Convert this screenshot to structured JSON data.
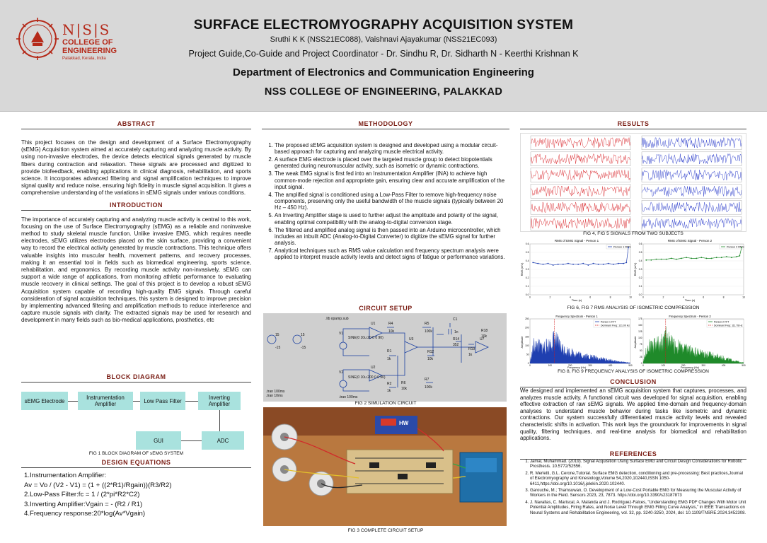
{
  "header": {
    "logo_nss": "N|S|S",
    "logo_college": "COLLEGE OF",
    "logo_engineering": "ENGINEERING",
    "logo_location": "Palakkad, Kerala, India",
    "title": "SURFACE ELECTROMYOGRAPHY ACQUISITION SYSTEM",
    "authors": "Sruthi K K (NSS21EC088), Vaishnavi Ajayakumar (NSS21EC093)",
    "guides": "Project Guide,Co-Guide and Project Coordinator - Dr. Sindhu R, Dr. Sidharth N - Keerthi Krishnan K",
    "department": "Department of Electronics and Communication Engineering",
    "college": "NSS COLLEGE OF ENGINEERING, PALAKKAD"
  },
  "abstract": {
    "heading": "ABSTRACT",
    "text": "This project focuses on the design and development of a Surface Electromyography (sEMG) Acquisition system aimed at accurately capturing and analyzing muscle activity. By using non-invasive electrodes, the device detects electrical signals generated by muscle fibers during contraction and relaxation. These signals are processed and digitized to provide biofeedback, enabling applications in clinical diagnosis, rehabilitation, and sports science. It incorporates advanced filtering and signal amplification techniques to improve signal quality and reduce noise, ensuring high fidelity in muscle signal acquisition. It gives a comprehensive understanding of the variations in sEMG signals under various conditions."
  },
  "introduction": {
    "heading": "INTRODUCTION",
    "text": "The importance of accurately capturing and analyzing muscle activity is central to this work, focusing on the use of Surface Electromyography (sEMG) as a reliable and noninvasive method to study skeletal muscle function. Unlike invasive EMG, which requires needle electrodes, sEMG utilizes electrodes placed on the skin surface, providing a convenient way to record the electrical activity generated by muscle contractions. This technique offers valuable insights into muscular health, movement patterns, and recovery processes, making it an essential tool in fields such as biomedical engineering, sports science, rehabilitation, and ergonomics. By recording muscle activity non-invasively, sEMG can support a wide range of applications, from monitoring athletic performance to evaluating muscle recovery in clinical settings. The goal of this project is to develop a robust sEMG Acquisition system capable of recording high-quality EMG signals. Through careful consideration of signal acquisition techniques, this system is designed to improve precision by implementing advanced filtering and amplification methods to reduce interference and capture muscle signals with clarity. The extracted signals may be used for research and development in many fields such as bio-medical applications, prosthetics, etc"
  },
  "block_diagram": {
    "heading": "BLOCK DIAGRAM",
    "blocks": {
      "electrode": "sEMG Electrode",
      "ina": "Instrumentation Amplifier",
      "lpf": "Low Pass Filter",
      "inv": "Inverting Amplifier",
      "adc": "ADC",
      "gui": "GUI"
    },
    "caption": "FIG 1 BLOCK DIAGRAM OF sEMG SYSTEM"
  },
  "design_equations": {
    "heading": "DESIGN EQUATIONS",
    "lines": [
      "1.Instrumentation Amplifier:",
      "Av = Vo / (V2 - V1) = (1 + ((2*R1)/Rgain))(R3/R2)",
      "2.Low-Pass Filter:fc = 1 / (2*pi*R2*C2)",
      "3.Inverting Amplifier:Vgain = - (R2 / R1)",
      "4.Frequency response:20*log(Av*Vgain)"
    ]
  },
  "methodology": {
    "heading": "METHODOLOGY",
    "items": [
      "The proposed sEMG acquisition system is designed and developed using a modular circuit-based approach for capturing and analyzing muscle electrical activity.",
      "A surface EMG electrode is placed over the targeted muscle group to detect biopotentials generated during neuromuscular activity, such as isometric or dynamic contractions.",
      "The weak EMG signal is first fed into an Instrumentation Amplifier (INA) to achieve high common-mode rejection and appropriate gain, ensuring clear and accurate amplification of the input signal.",
      "The amplified signal is conditioned using a Low-Pass Filter to remove high-frequency noise components, preserving only the useful bandwidth of the muscle signals (typically between 20 Hz – 450 Hz).",
      "An Inverting Amplifier stage is used to further adjust the amplitude and polarity of the signal, enabling optimal compatibility with the analog-to-digital conversion stage.",
      "The filtered and amplified analog signal is then passed into an Arduino microcontroller, which includes an inbuilt ADC (Analog-to-Digital Converter) to digitize the sEMG signal for further analysis.",
      "Analytical techniques such as RMS value calculation and frequency spectrum analysis were applied to interpret muscle activity levels and detect signs of fatigue or performance variations."
    ]
  },
  "circuit_setup": {
    "heading": "CIRCUIT SETUP",
    "sim_caption": "FIG 2 SIMULATION CIRCUIT",
    "photo_caption": "FIG 3 COMPLETE CIRCUIT SETUP",
    "sim_labels": {
      "lib": ".lib opamp.sub",
      "tran1": ".tran 100ms",
      "tran2": ".tran 10ms",
      "tran3": ".tran 100ms",
      "v1": "SINE(0 10u 20 0 0 90)",
      "v2": "SINE(0 10u 200 0 0 90)",
      "u1": "U1",
      "u2": "U2",
      "u3": "U3",
      "u7": "U7",
      "r1": "R1",
      "r2": "R2",
      "r4": "R4",
      "r5": "R5",
      "r6": "R6",
      "r7": "R7",
      "r12": "R12",
      "r14": "R14",
      "r18": "R18",
      "r19": "R19",
      "c1": "C1",
      "v_1k": "1k",
      "v_10k": "10k",
      "v_100k": "100k",
      "v_352": "352",
      "v_1n": "1n",
      "v_15": "15",
      "v_n15": "-15",
      "vlab1": "V1",
      "vlab2": "V2"
    },
    "battery_label": "HW"
  },
  "results": {
    "heading": "RESULTS",
    "fig45_caption": "FIG 4, FIG 5 SIGNALS FROM TWO SUBJECTS",
    "fig67_caption": "FIG 6, FIG 7 RMS ANALYSIS OF ISOMETRIC COMPRESSION",
    "fig89_caption": "FIG 8, FIG 9 FREQUENCY ANALYSIS OF ISOMETRIC COMPRESSION",
    "rms1_title": "RMS of EMG Signal - Person 1",
    "rms2_title": "RMS of EMG Signal - Person 2",
    "rms1_legend": "Person 1 RMS",
    "rms2_legend": "Person 2 RMS",
    "rms_xlabel": "Time (s)",
    "rms_ylabel": "RMS (mV)",
    "fft1_title": "Frequency Spectrum - Person 1",
    "fft2_title": "Frequency Spectrum - Person 2",
    "fft1_legend_a": "Person 1 FFT",
    "fft1_legend_b": "Dominant Freq: 121.00 Hz",
    "fft2_legend_a": "Person 2 FFT",
    "fft2_legend_b": "Dominant Freq: 111.78 Hz",
    "fft_xlabel": "Frequency (Hz)",
    "fft_ylabel": "Amplitude"
  },
  "conclusion": {
    "heading": "CONCLUSION",
    "text": "We designed and implemented an sEMG acquisition system that captures, processes, and analyzes muscle activity. A functional circuit was developed for signal acquisition, enabling effective extraction of raw sEMG signals. We applied time-domain and frequency-domain analyses to understand muscle behavior during tasks like isometric and dynamic contractions. Our system successfully differentiated muscle activity levels and revealed characteristic shifts in activation. This work lays the groundwork for improvements in signal quality, filtering techniques, and real-time analysis for biomedical and rehabilitation applications."
  },
  "references": {
    "heading": "REFERENCES",
    "items": [
      "Jamal, Muhammad. (2019). Signal Acquisition Using Surface EMG and Circuit Design Considerations for Robotic Prosthesis. 10.5772/52556.",
      "R. Merletti, G.L. Cerone,Tutorial. Surface EMG detection, conditioning and pre-processing: Best practices,Journal of Electromyography and Kinesiology,Volume 54,2020,102440,ISSN 1050-6411,https://doi.org/10.1016/j.jelekin.2020.102440.",
      "Garouche, M.; Thamsuwan, O. Development of a Low-Cost Portable EMG for Measuring the Muscular Activity of Workers in the Field. Sensors 2023, 23, 7873. https://doi.org/10.3390/s23187873",
      "J. Navallas, C. Mariscal, A. Malanda and J. Rodríguez-Falces, \"Understanding EMG PDF Changes With Motor Unit Potential Amplitudes, Firing Rates, and Noise Level Through EMG Filling Curve Analysis,\" in IEEE Transactions on Neural Systems and Rehabilitation Engineering, vol. 32, pp. 3240-3250, 2024, doi: 10.1109/TNSRE.2024.3452308."
    ]
  },
  "chart_data": [
    {
      "type": "line",
      "title": "RMS of EMG Signal - Person 1",
      "xlabel": "Time (s)",
      "ylabel": "RMS (mV)",
      "xlim": [
        0,
        10
      ],
      "ylim": [
        0.0,
        0.6
      ],
      "grid": true,
      "legend": "top-right",
      "series": [
        {
          "name": "Person 1 RMS",
          "color": "#1f3fb0",
          "x": [
            0.3,
            0.8,
            1.3,
            1.8,
            2.3,
            2.8,
            3.3,
            3.8,
            4.3,
            4.8,
            5.3,
            5.8,
            6.3,
            6.8,
            7.3,
            7.8,
            8.3,
            8.8,
            9.3,
            9.6,
            9.8
          ],
          "y": [
            0.38,
            0.37,
            0.36,
            0.37,
            0.35,
            0.36,
            0.36,
            0.37,
            0.36,
            0.36,
            0.37,
            0.35,
            0.37,
            0.36,
            0.36,
            0.37,
            0.36,
            0.37,
            0.37,
            0.38,
            0.56
          ]
        }
      ]
    },
    {
      "type": "line",
      "title": "RMS of EMG Signal - Person 2",
      "xlabel": "Time (s)",
      "ylabel": "RMS (mV)",
      "xlim": [
        0,
        10
      ],
      "ylim": [
        0.0,
        0.6
      ],
      "grid": true,
      "legend": "top-right",
      "series": [
        {
          "name": "Person 2 RMS",
          "color": "#1f8a2a",
          "x": [
            0.3,
            0.8,
            1.3,
            1.8,
            2.3,
            2.8,
            3.3,
            3.8,
            4.3,
            4.8,
            5.3,
            5.8,
            6.3,
            6.8,
            7.3,
            7.8,
            8.3,
            8.8,
            9.3,
            9.6,
            9.8
          ],
          "y": [
            0.41,
            0.41,
            0.42,
            0.42,
            0.42,
            0.43,
            0.42,
            0.43,
            0.44,
            0.43,
            0.43,
            0.44,
            0.43,
            0.43,
            0.44,
            0.44,
            0.45,
            0.44,
            0.45,
            0.46,
            0.56
          ]
        }
      ]
    },
    {
      "type": "area",
      "title": "Frequency Spectrum - Person 1",
      "xlabel": "Frequency (Hz)",
      "ylabel": "Amplitude",
      "xlim": [
        0,
        500
      ],
      "ylim": [
        0,
        250
      ],
      "series": [
        {
          "name": "Person 1 FFT",
          "color": "#1f3fb0"
        },
        {
          "name": "Dominant Freq: 121.00 Hz",
          "color": "#d11a1a",
          "x": [
            121.0
          ]
        }
      ],
      "envelope": {
        "x": [
          0,
          20,
          60,
          100,
          121,
          160,
          200,
          250,
          300,
          350,
          400,
          450,
          500
        ],
        "y": [
          10,
          150,
          130,
          150,
          200,
          120,
          90,
          70,
          55,
          40,
          25,
          12,
          5
        ]
      }
    },
    {
      "type": "area",
      "title": "Frequency Spectrum - Person 2",
      "xlabel": "Frequency (Hz)",
      "ylabel": "Amplitude",
      "xlim": [
        0,
        500
      ],
      "ylim": [
        0,
        175
      ],
      "series": [
        {
          "name": "Person 2 FFT",
          "color": "#1f8a2a"
        },
        {
          "name": "Dominant Freq: 111.78 Hz",
          "color": "#d11a1a",
          "x": [
            111.78
          ]
        }
      ],
      "envelope": {
        "x": [
          0,
          20,
          60,
          100,
          112,
          160,
          200,
          250,
          300,
          350,
          400,
          450,
          500
        ],
        "y": [
          10,
          90,
          110,
          120,
          150,
          100,
          85,
          70,
          55,
          45,
          30,
          15,
          5
        ]
      }
    }
  ]
}
